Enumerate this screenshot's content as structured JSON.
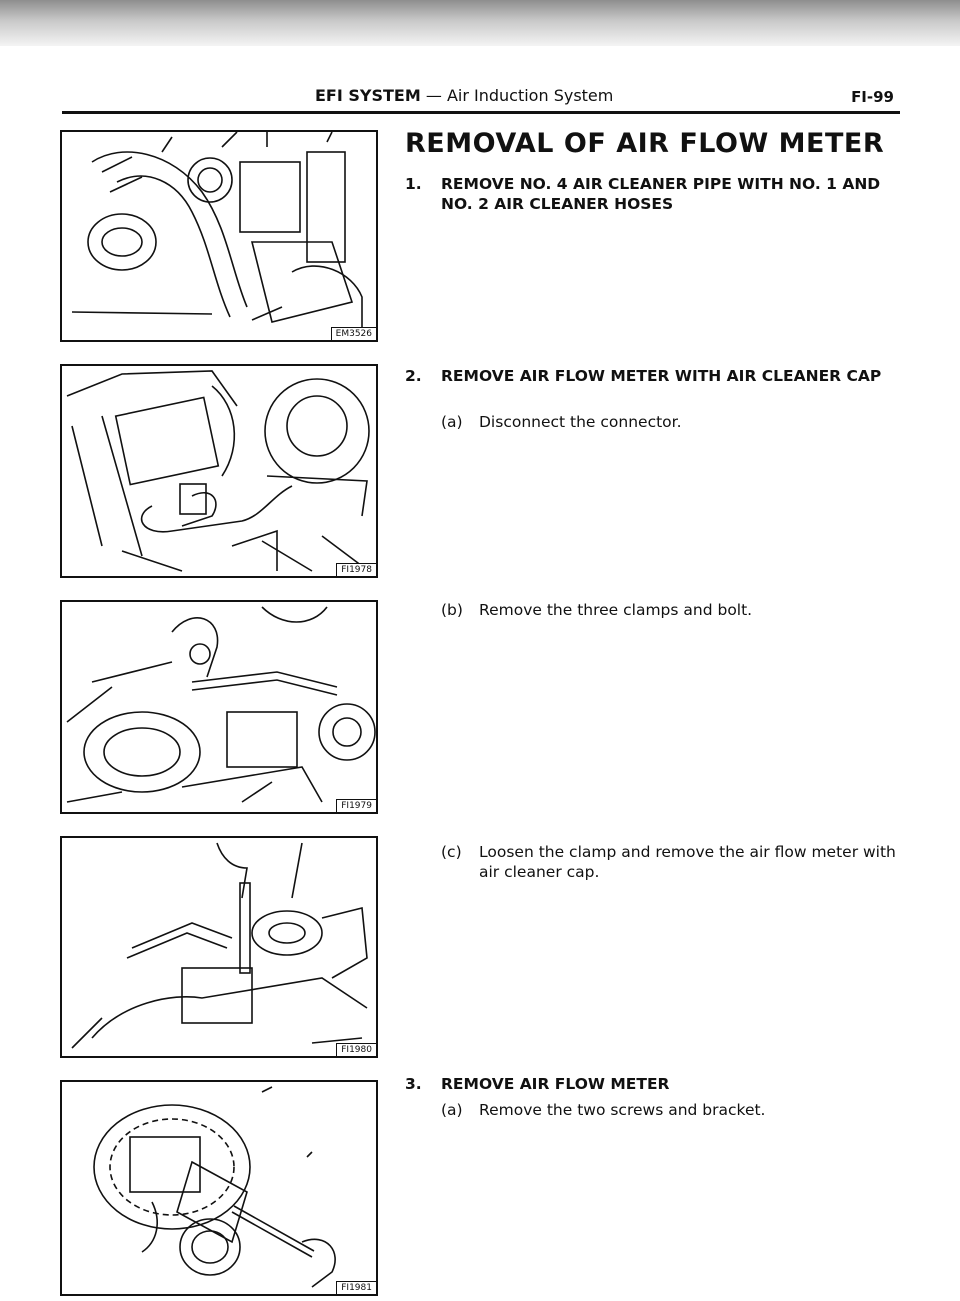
{
  "header": {
    "section_bold": "EFI SYSTEM",
    "section_rest": " — Air Induction System",
    "page_number": "FI-99"
  },
  "title": "REMOVAL OF AIR FLOW METER",
  "steps": [
    {
      "num": "1.",
      "text": "REMOVE NO. 4 AIR CLEANER PIPE WITH NO. 1 AND NO. 2 AIR CLEANER HOSES"
    },
    {
      "num": "2.",
      "text": "REMOVE AIR FLOW METER WITH AIR CLEANER CAP"
    },
    {
      "num": "3.",
      "text": "REMOVE AIR FLOW METER"
    }
  ],
  "substeps": [
    {
      "letter": "(a)",
      "text": "Disconnect the connector."
    },
    {
      "letter": "(b)",
      "text": "Remove the three clamps and bolt."
    },
    {
      "letter": "(c)",
      "text": "Loosen the clamp and remove the air flow meter with air cleaner cap."
    },
    {
      "letter": "(a)",
      "text": "Remove the two screws and bracket."
    }
  ],
  "figures": [
    {
      "code": "EM3526"
    },
    {
      "code": "FI1978"
    },
    {
      "code": "FI1979"
    },
    {
      "code": "FI1980"
    },
    {
      "code": "FI1981"
    }
  ]
}
